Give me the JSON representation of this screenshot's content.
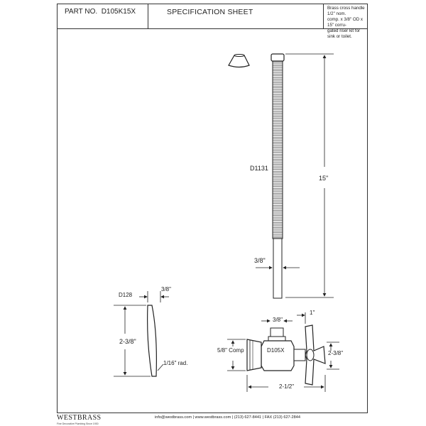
{
  "header": {
    "part_label": "PART NO.",
    "part_number": "D105K15X",
    "sheet_title": "SPECIFICATION SHEET",
    "description_lines": [
      "Brass cross handle 1/2\" nom.",
      "comp. x 3/8\" OD x 15\" corru-",
      "gated riser kit for sink or toilet."
    ]
  },
  "drawing": {
    "riser_part": "D1131",
    "riser_length": "15\"",
    "riser_diameter": "3/8\"",
    "flange_part": "D128",
    "flange_depth": "3/8\"",
    "flange_height": "2-3/8\"",
    "flange_radius": "1/16\" rad.",
    "valve_part": "D105X",
    "valve_top_outlet": "3/8\"",
    "valve_handle_offset": "1\"",
    "valve_inlet": "5/8\" Comp",
    "valve_height": "2-3/8\"",
    "valve_width": "2-1/2\""
  },
  "footer": {
    "brand": "WESTBRASS",
    "tagline": "Fine Decorative Plumbing Since 1930",
    "contact": "info@westbrass.com | www.westbrass.com  |   (213) 627-8441   |   FAX (213) 627-2844"
  }
}
